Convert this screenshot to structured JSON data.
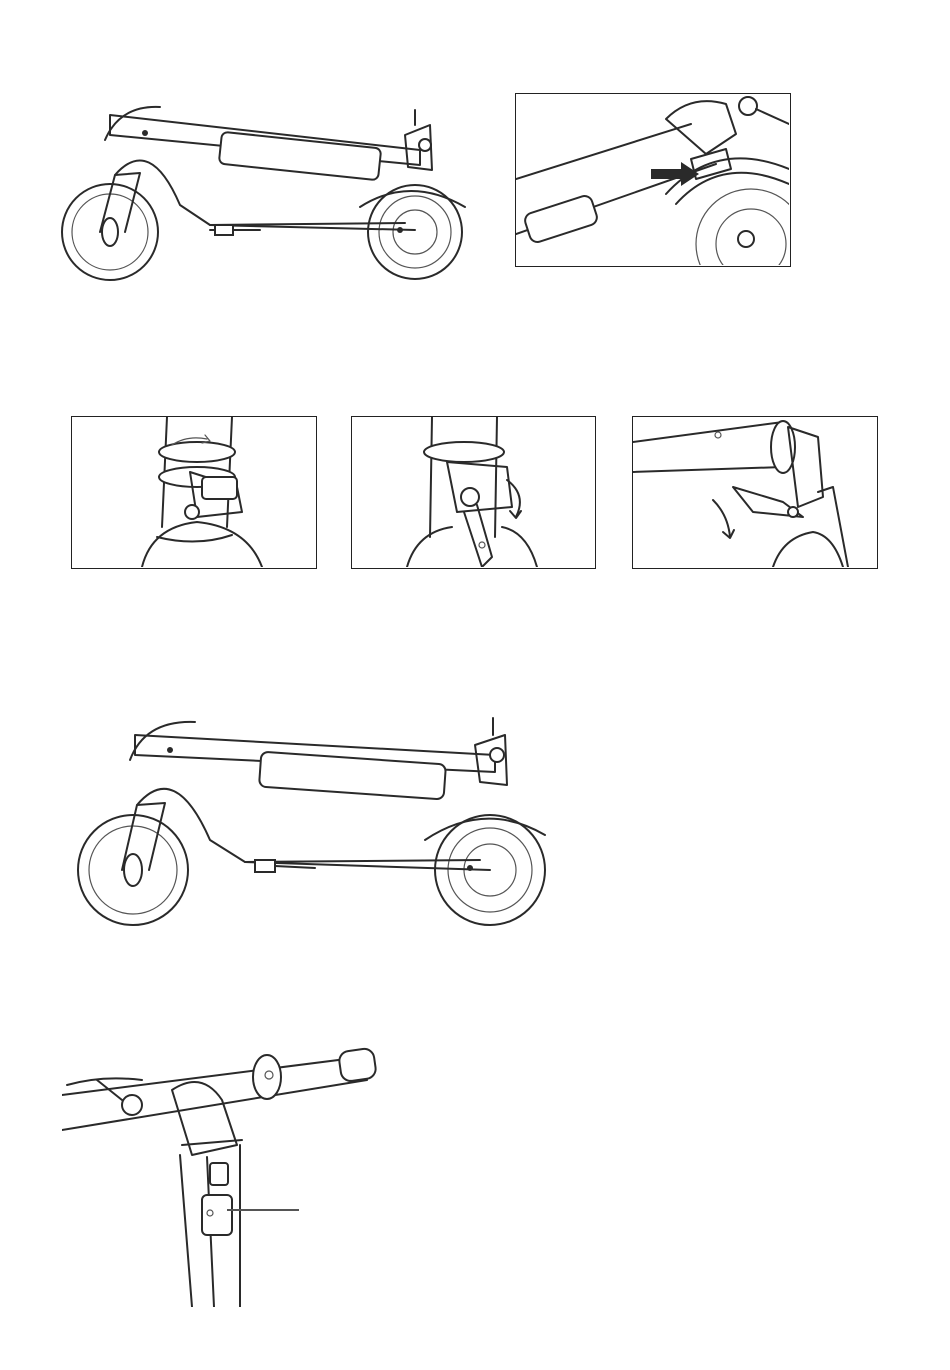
{
  "page": {
    "background": "#ffffff",
    "line_color": "#2a2a2a"
  },
  "figures": [
    {
      "id": "scooter-folded-side",
      "icons": [
        "scooter-folded-icon"
      ]
    },
    {
      "id": "rear-latch-detail",
      "icons": [
        "push-arrow-icon"
      ]
    },
    {
      "id": "clamp-step-1",
      "icons": [
        "clamp-lever-icon"
      ]
    },
    {
      "id": "clamp-step-2",
      "icons": [
        "rotate-arrow-icon"
      ]
    },
    {
      "id": "clamp-step-3",
      "icons": [
        "fold-arrow-icon"
      ]
    },
    {
      "id": "scooter-folded-side-2",
      "icons": [
        "scooter-folded-icon"
      ]
    },
    {
      "id": "handlebar-detail",
      "icons": [
        "handlebar-icon",
        "callout-line-icon"
      ]
    }
  ]
}
